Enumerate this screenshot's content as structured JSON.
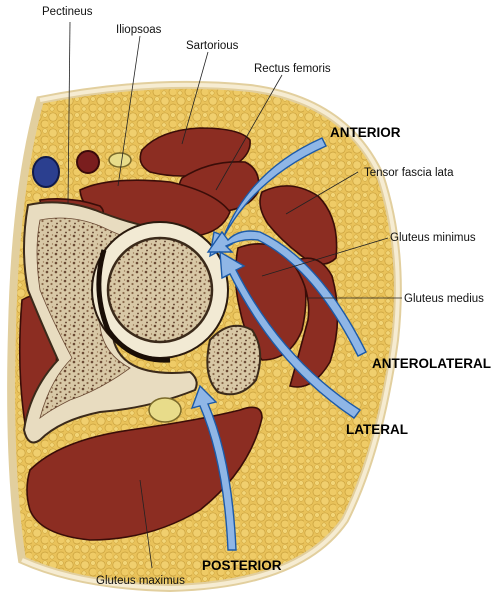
{
  "labels": {
    "pectineus": "Pectineus",
    "iliopsoas": "Iliopsoas",
    "sartorious": "Sartorious",
    "rectus_femoris": "Rectus femoris",
    "tensor_fascia_lata": "Tensor fascia lata",
    "gluteus_minimus": "Gluteus minimus",
    "gluteus_medius": "Gluteus medius",
    "gluteus_maximus": "Gluteus maximus"
  },
  "approaches": {
    "anterior": "ANTERIOR",
    "anterolateral": "ANTEROLATERAL",
    "lateral": "LATERAL",
    "posterior": "POSTERIOR"
  },
  "colors": {
    "fat": "#e9c25a",
    "skin": "#f2e6c8",
    "muscle": "#8c2d22",
    "bone": "#e8dcc0",
    "marrow": "#a5896a",
    "arrow_fill": "#8fb6e6",
    "arrow_stroke": "#1c5aa8"
  }
}
